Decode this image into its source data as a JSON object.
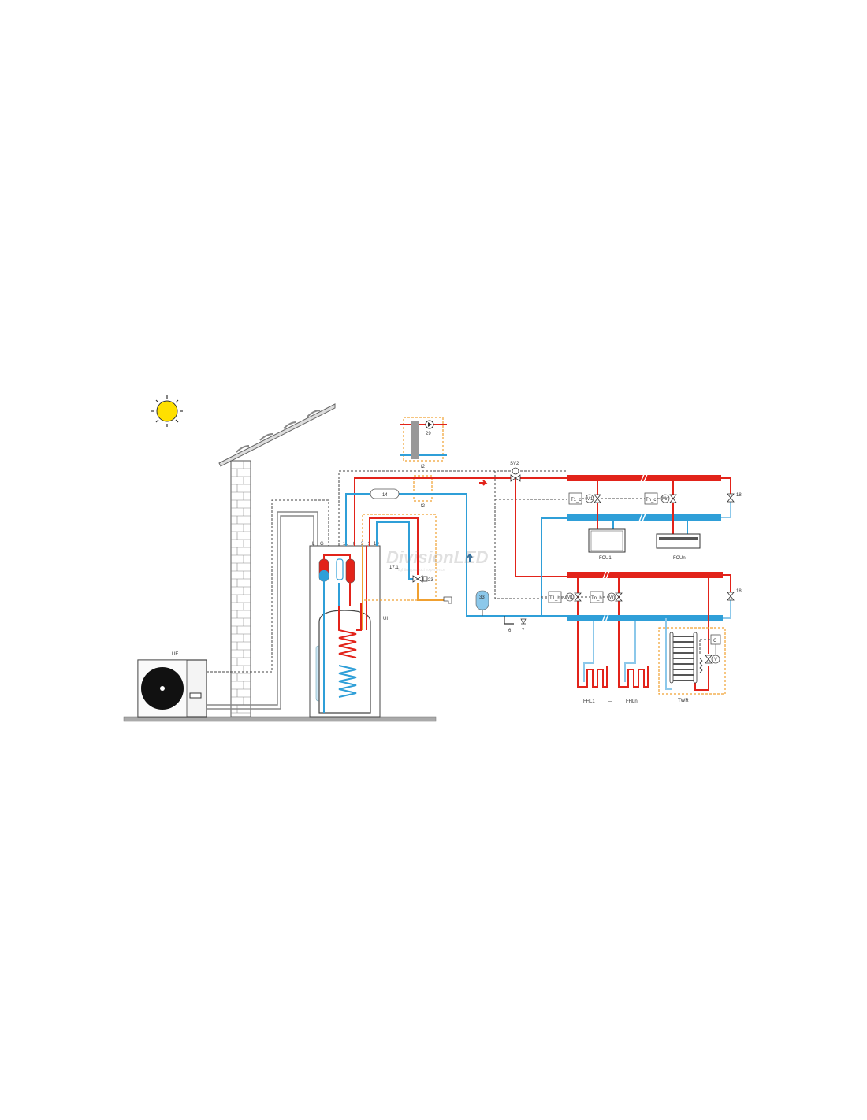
{
  "diagram": {
    "title": "Heat pump system schematic",
    "colors": {
      "hot": "#e2231a",
      "cold": "#2f9fd8",
      "dhw": "#f0a030",
      "sun": "#ffe000"
    },
    "labels": {
      "outdoor_unit": "UE",
      "indoor_unit": "UI",
      "terminal_L": "L",
      "terminal_G": "G",
      "port_11": "11",
      "port_8": "8",
      "port_3": "3",
      "port_9": "9",
      "port_10": "10",
      "pump": "29",
      "buffer_tank": "14",
      "f2_top": "f2",
      "f2_mid": "f2",
      "sensor": "17.1",
      "mixing_valve": "23",
      "expansion_tank": "33",
      "fill_valve": "6",
      "safety_valve": "7",
      "sv2": "SV2",
      "bypass_1": "18",
      "bypass_2": "18",
      "t1_c": "T1_c",
      "m1_c": "M1",
      "tn_c": "Tn_c",
      "mn_c": "Mn",
      "fcu1": "FCU1",
      "fcu_sep": "—",
      "fcun": "FCUn",
      "t1_h": "T1_h",
      "m1_h": "M1",
      "tn_h": "Tn_h",
      "mn_h": "Mn",
      "fhl1": "FHL1",
      "fhl_sep": "—",
      "fhln": "FHLn",
      "twr": "TWR",
      "twr_controller": "C",
      "twr_valve": "V"
    },
    "watermark": {
      "brand": "DivisionLED",
      "tagline": "lighting product experience"
    }
  }
}
